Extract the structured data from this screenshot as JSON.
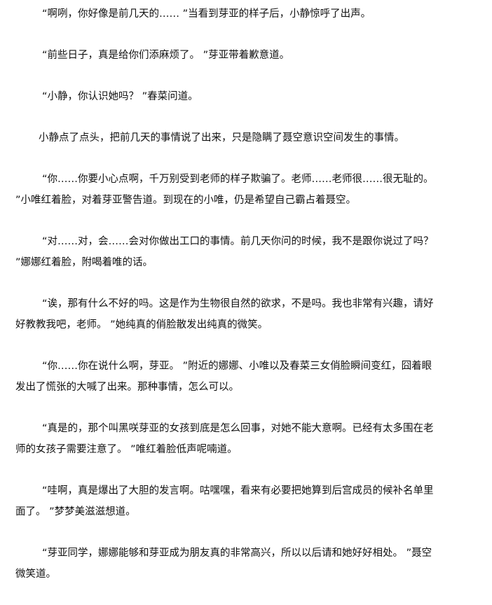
{
  "paragraphs": [
    {
      "lines": [
        "“啊咧，你好像是前几天的…… ”当看到芽亚的样子后，小静惊呼了出声。"
      ]
    },
    {
      "lines": [
        "“前些日子，真是给你们添麻烦了。 ”芽亚带着歉意道。"
      ]
    },
    {
      "lines": [
        "“小静，你认识她吗？ ”春菜问道。"
      ]
    },
    {
      "lines": [
        "小静点了点头，把前几天的事情说了出来，只是隐瞒了聂空意识空间发生的事情。"
      ]
    },
    {
      "lines": [
        "“你……你要小心点啊，千万别受到老师的样子欺骗了。老师……老师很……很无耻的。",
        "”小唯红着脸，对着芽亚警告道。到现在的小唯，仍是希望自己霸占着聂空。"
      ]
    },
    {
      "lines": [
        "“对……对，会……会对你做出工口的事情。前几天你问的时候，我不是跟你说过了吗？",
        "”娜娜红着脸，附喝着唯的话。"
      ]
    },
    {
      "lines": [
        "“诶，那有什么不好的吗。这是作为生物很自然的欲求，不是吗。我也非常有兴趣，请好",
        "好教教我吧，老师。 ”她纯真的俏脸散发出纯真的微笑。"
      ]
    },
    {
      "lines": [
        "“你……你在说什么啊，芽亚。 ”附近的娜娜、小唯以及春菜三女俏脸瞬间变红，囧着眼",
        "发出了慌张的大喊了出来。那种事情，怎么可以。"
      ]
    },
    {
      "lines": [
        "“真是的，那个叫黑咲芽亚的女孩到底是怎么回事，对她不能大意啊。已经有太多围在老",
        "师的女孩子需要注意了。 ”唯红着脸低声呢喃道。"
      ]
    },
    {
      "lines": [
        "“哇啊，真是爆出了大胆的发言啊。咕嘿嘿，看来有必要把她算到后宫成员的候补名单里",
        "面了。 ”梦梦美滋滋想道。"
      ]
    },
    {
      "lines": [
        "“芽亚同学，娜娜能够和芽亚成为朋友真的非常高兴，所以以后请和她好好相处。 ”聂空",
        "微笑道。"
      ]
    }
  ]
}
